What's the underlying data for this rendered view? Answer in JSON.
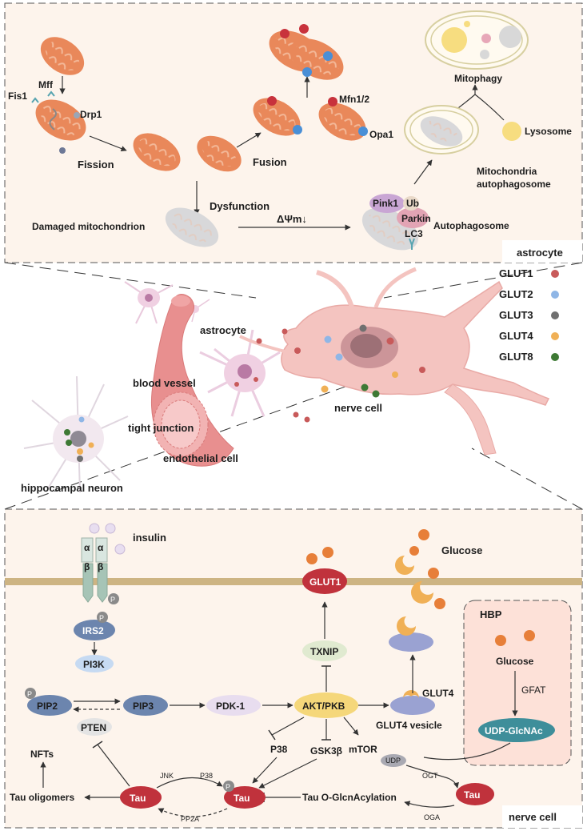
{
  "panel_top": {
    "corner_label": "astrocyte",
    "labels": {
      "fis1": "Fis1",
      "mff": "Mff",
      "drp1": "Drp1",
      "fission": "Fission",
      "fusion": "Fusion",
      "mfn": "Mfn1/2",
      "opa1": "Opa1",
      "mitophagy": "Mitophagy",
      "lysosome": "Lysosome",
      "mito_auto_1": "Mitochondria",
      "mito_auto_2": "autophagosome",
      "damaged": "Damaged mitochondrion",
      "dysfunction": "Dysfunction",
      "delta": "ΔΨm↓",
      "pink1": "Pink1",
      "ub": "Ub",
      "parkin": "Parkin",
      "lc3": "LC3",
      "autophagosome": "Autophagosome"
    }
  },
  "panel_middle": {
    "labels": {
      "astrocyte": "astrocyte",
      "blood_vessel": "blood vessel",
      "tight_junction": "tight junction",
      "endothelial": "endothelial cell",
      "hippocampal": "hippocampal neuron",
      "nerve_cell": "nerve cell"
    },
    "legend": [
      {
        "name": "GLUT1",
        "color": "#c85a5a"
      },
      {
        "name": "GLUT2",
        "color": "#8fb6e6"
      },
      {
        "name": "GLUT3",
        "color": "#707070"
      },
      {
        "name": "GLUT4",
        "color": "#f0b056"
      },
      {
        "name": "GLUT8",
        "color": "#3e7a35"
      }
    ]
  },
  "panel_bottom": {
    "corner_label": "nerve cell",
    "labels": {
      "insulin": "insulin",
      "alpha1": "α",
      "alpha2": "α",
      "beta1": "β",
      "beta2": "β",
      "p": "P",
      "irs2": "IRS2",
      "pi3k": "PI3K",
      "pip2": "PIP2",
      "pip3": "PIP3",
      "pten": "PTEN",
      "pdk1": "PDK-1",
      "akt": "AKT/PKB",
      "glut1": "GLUT1",
      "txnip": "TXNIP",
      "glucose": "Glucose",
      "glut4": "GLUT4",
      "glut4_vesicle": "GLUT4 vesicle",
      "hbp": "HBP",
      "hbp_glucose": "Glucose",
      "gfat": "GFAT",
      "udp_glcnac": "UDP-GlcNAc",
      "udp": "UDP",
      "ogt": "OGT",
      "oga": "OGA",
      "p38": "P38",
      "gsk3b": "GSK3β",
      "mtor": "mTOR",
      "nfts": "NFTs",
      "tau_oligomers": "Tau oligomers",
      "tau": "Tau",
      "jnk": "JNK",
      "p38_small": "P38",
      "pp2a": "PP2A",
      "tau_oglc": "Tau O-GlcnAcylation"
    }
  }
}
